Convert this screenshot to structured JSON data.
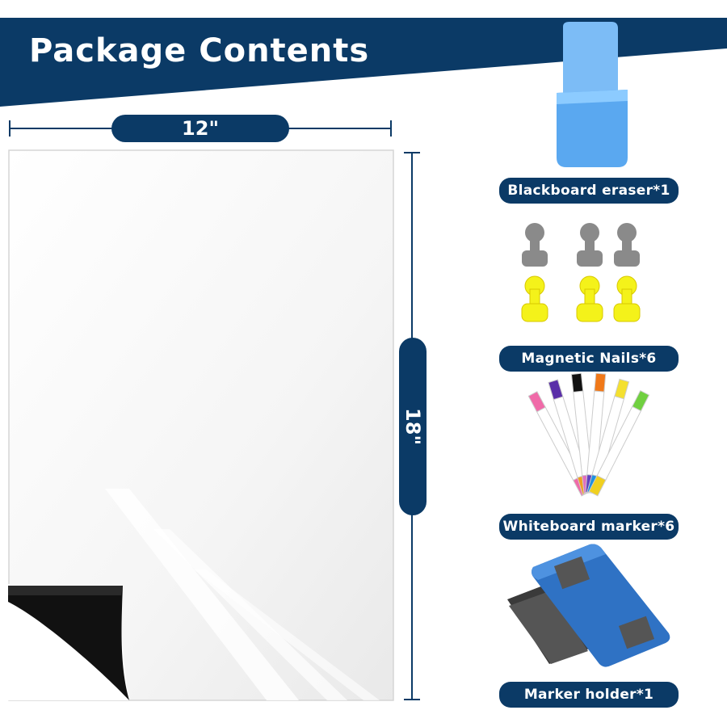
{
  "header": {
    "title": "Package Contents"
  },
  "dimensions": {
    "width_label": "12\"",
    "height_label": "18\""
  },
  "items": [
    {
      "label": "Blackboard eraser*1",
      "icon": "pen-cup-holder-icon"
    },
    {
      "label": "Magnetic Nails*6",
      "icon": "push-pin-magnets-icon"
    },
    {
      "label": "Whiteboard marker*6",
      "icon": "markers-icon"
    },
    {
      "label": "Marker holder*1",
      "icon": "eraser-block-icon"
    }
  ],
  "colors": {
    "brand_navy": "#0b3a66",
    "holder_blue": "#5aa8f0",
    "magnet_gray": "#8a8a8a",
    "magnet_yellow": "#f4f21a"
  }
}
